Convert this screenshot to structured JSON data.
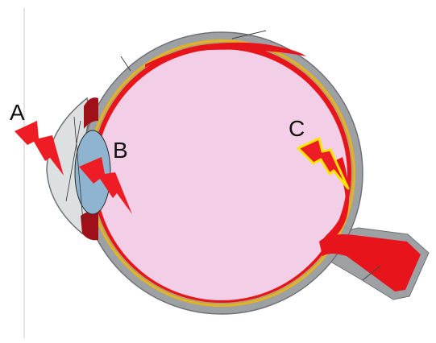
{
  "labels": {
    "a": "A",
    "b": "B",
    "c": "C"
  },
  "colors": {
    "background": "#ffffff",
    "sclera": "#9ea1a4",
    "sclera_edge": "#6f7275",
    "choroid_yellow": "#e2b422",
    "retina_red": "#e8141b",
    "vitreous": "#f2cfe6",
    "cornea": "#dde0e0",
    "lens": "#8fb4cf",
    "iris_dark": "#a01018",
    "bolt_red": "#ee1c24",
    "bolt_outline": "#ffe600",
    "text": "#111111"
  },
  "icons": {
    "bolt_a": "lightning-bolt-icon",
    "bolt_b": "lightning-bolt-icon",
    "bolt_c": "lightning-bolt-icon"
  }
}
